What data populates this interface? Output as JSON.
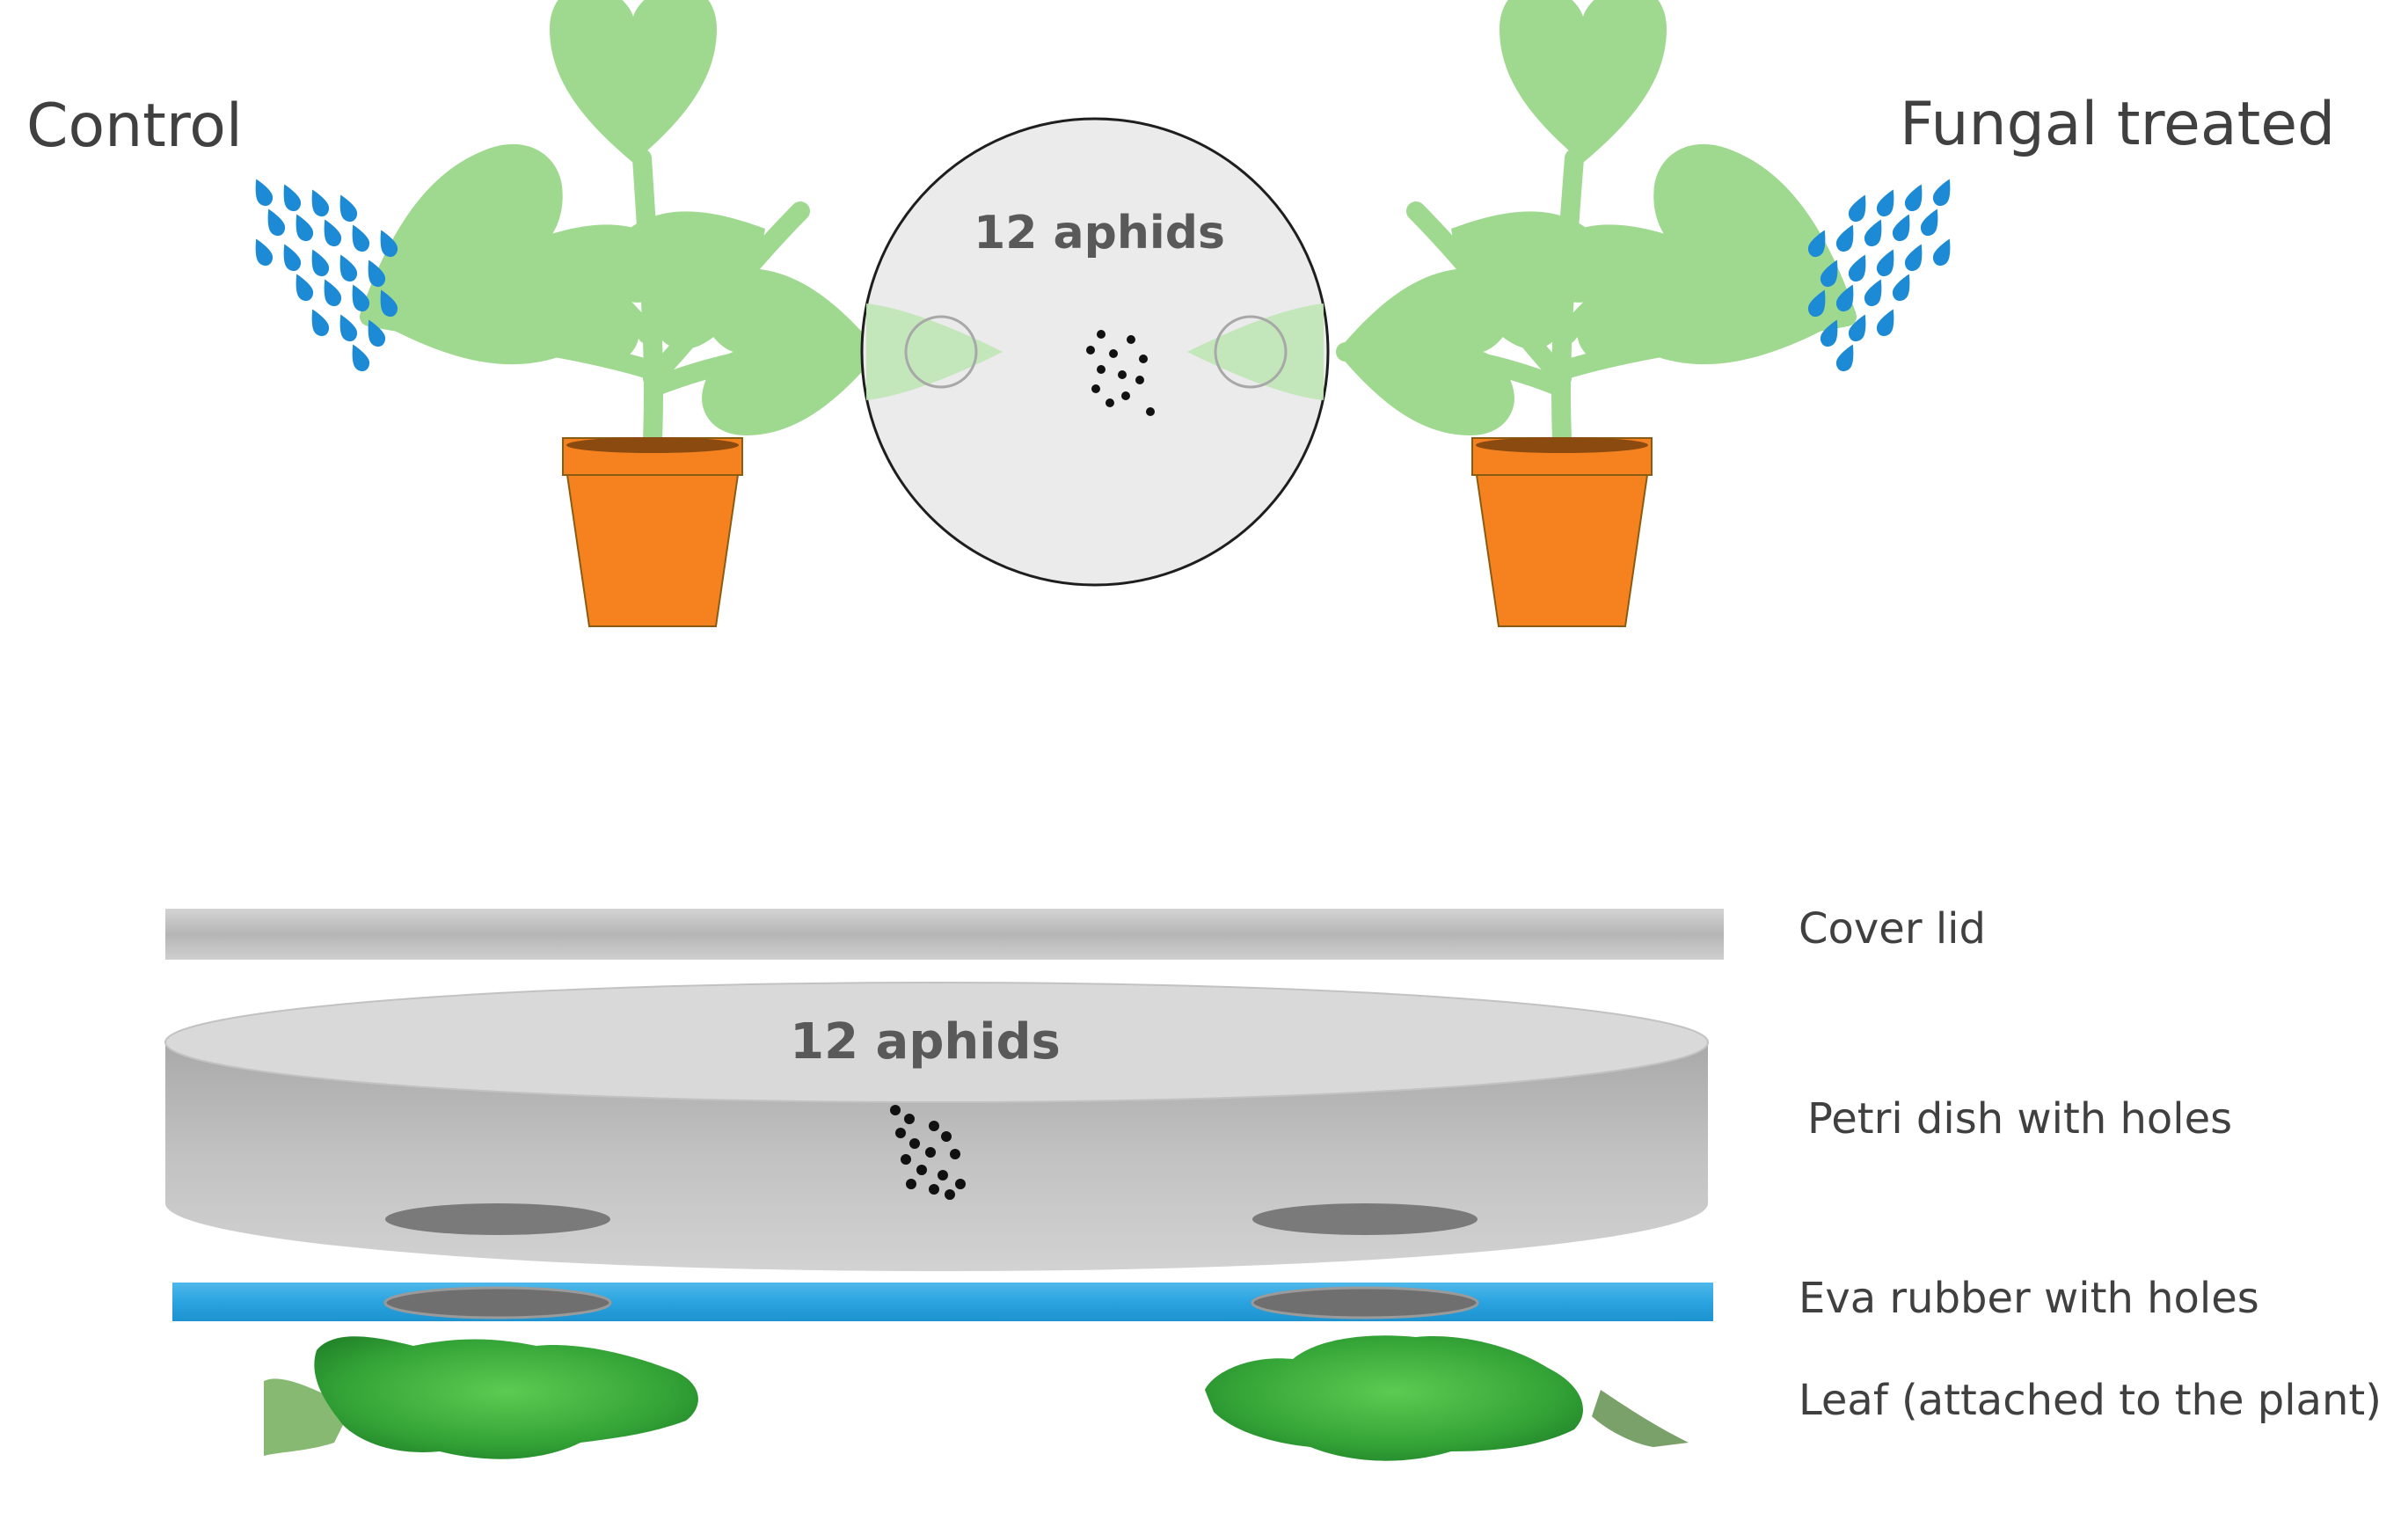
{
  "top_panel": {
    "left_label": "Control",
    "right_label": "Fungal treated",
    "arena_label": "12 aphids"
  },
  "bottom_panel": {
    "dish_label": "12 aphids",
    "legend": {
      "cover": "Cover lid",
      "petri": "Petri dish with holes",
      "eva": "Eva rubber with holes",
      "leaf": "Leaf (attached to the plant)"
    }
  },
  "colors": {
    "plant_green": "#9ed98f",
    "pot_orange": "#f5821f",
    "spray_blue": "#1d8ad6",
    "dish_gray": "#bdbdbd",
    "eva_blue": "#2aa4e0",
    "leaf_green": "#3cab3f"
  }
}
